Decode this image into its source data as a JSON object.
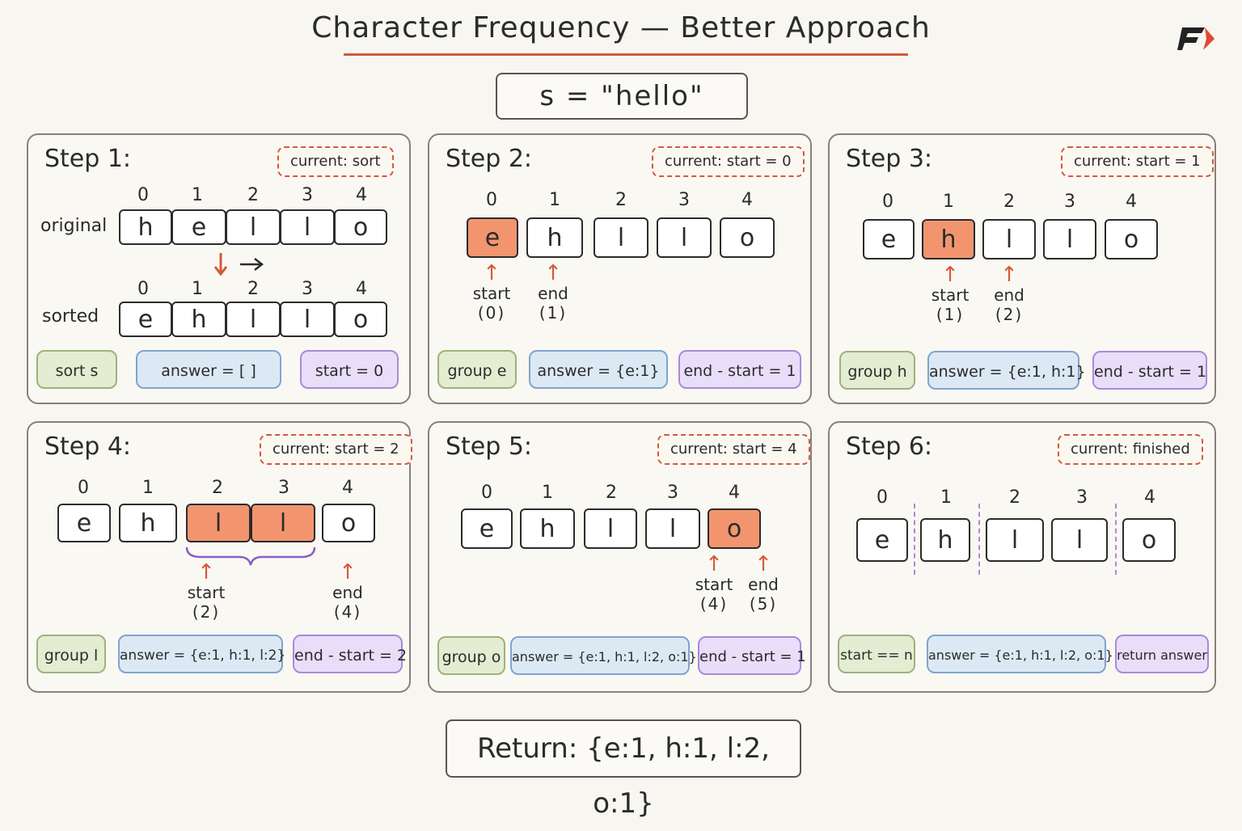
{
  "title": "Character Frequency — Better Approach",
  "input": "s = \"hello\"",
  "indices": [
    "0",
    "1",
    "2",
    "3",
    "4"
  ],
  "steps": [
    {
      "title": "Step 1:",
      "current": "current: sort",
      "original_label": "original",
      "original": [
        "h",
        "e",
        "l",
        "l",
        "o"
      ],
      "sorted_label": "sorted",
      "sorted": [
        "e",
        "h",
        "l",
        "l",
        "o"
      ],
      "pills": [
        "sort s",
        "answer = [ ]",
        "start = 0"
      ]
    },
    {
      "title": "Step 2:",
      "current": "current: start = 0",
      "cells": [
        "e",
        "h",
        "l",
        "l",
        "o"
      ],
      "start_label": "start",
      "start_val": "(0)",
      "end_label": "end",
      "end_val": "(1)",
      "pills": [
        "group e",
        "answer = {e:1}",
        "end - start = 1"
      ]
    },
    {
      "title": "Step 3:",
      "current": "current: start = 1",
      "cells": [
        "e",
        "h",
        "l",
        "l",
        "o"
      ],
      "start_label": "start",
      "start_val": "(1)",
      "end_label": "end",
      "end_val": "(2)",
      "pills": [
        "group h",
        "answer = {e:1, h:1}",
        "end - start = 1"
      ]
    },
    {
      "title": "Step 4:",
      "current": "current: start = 2",
      "cells": [
        "e",
        "h",
        "l",
        "l",
        "o"
      ],
      "start_label": "start",
      "start_val": "(2)",
      "end_label": "end",
      "end_val": "(4)",
      "pills": [
        "group l",
        "answer = {e:1, h:1, l:2}",
        "end - start = 2"
      ]
    },
    {
      "title": "Step 5:",
      "current": "current: start = 4",
      "cells": [
        "e",
        "h",
        "l",
        "l",
        "o"
      ],
      "start_label": "start",
      "start_val": "(4)",
      "end_label": "end",
      "end_val": "(5)",
      "pills": [
        "group o",
        "answer = {e:1, h:1, l:2, o:1}",
        "end - start = 1"
      ]
    },
    {
      "title": "Step 6:",
      "current": "current: finished",
      "cells": [
        "e",
        "h",
        "l",
        "l",
        "o"
      ],
      "pills": [
        "start == n",
        "answer = {e:1, h:1, l:2, o:1}",
        "return answer"
      ]
    }
  ],
  "result": "Return: {e:1, h:1, l:2, o:1}",
  "colors": {
    "accent": "#d35a3a",
    "highlight": "#f2956f",
    "green": "#e4ecd2",
    "blue": "#dce9f5",
    "purple": "#e8defa"
  },
  "icons": [
    "brand-logo-icon",
    "down-arrow-icon",
    "right-arrow-icon",
    "up-arrow-icon",
    "brace-icon"
  ]
}
